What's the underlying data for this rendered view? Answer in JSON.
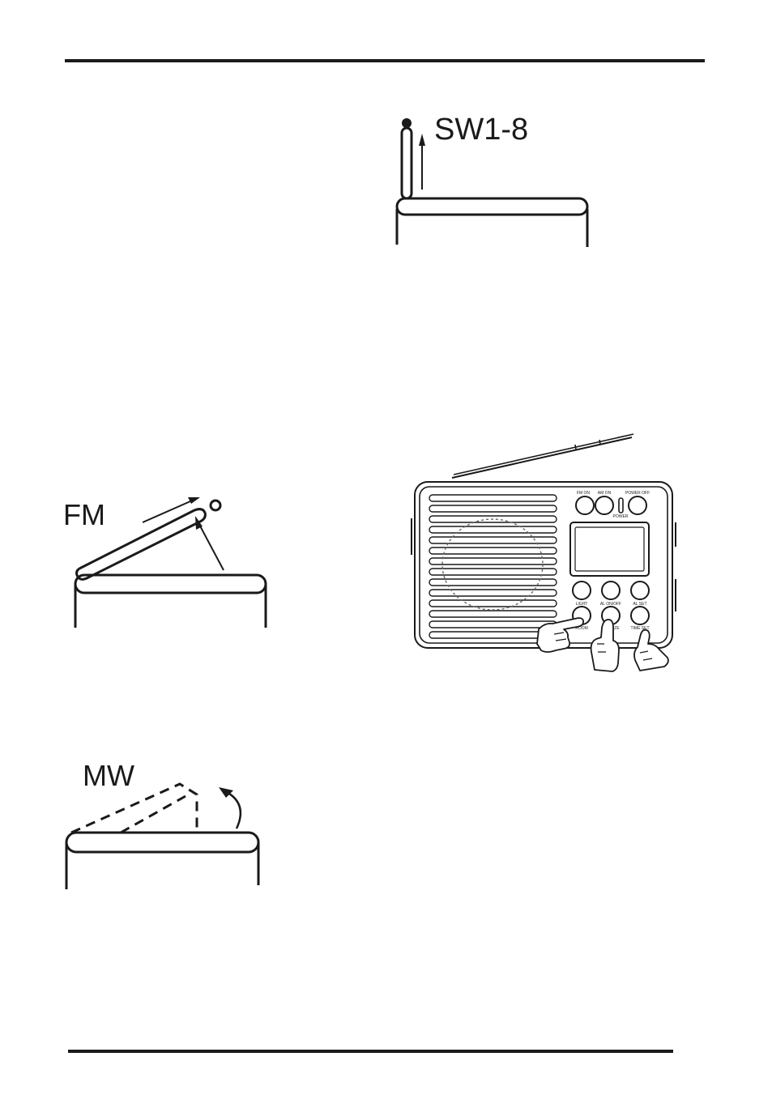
{
  "antenna_sw": {
    "label": "SW1-8"
  },
  "antenna_fm": {
    "label": "FM"
  },
  "antenna_mw": {
    "label": "MW"
  },
  "radio": {
    "top_buttons": [
      "FM ON",
      "AM ON",
      "POWER OFF"
    ],
    "power_label": "POWER",
    "mid_buttons": [
      "LIGHT",
      "AL ON/OFF",
      "AL SET"
    ],
    "bottom_labels": [
      "ROOM",
      "SNOOZE",
      "TIME SET"
    ]
  },
  "colors": {
    "line": "#1a1a1a",
    "paper": "#ffffff"
  }
}
